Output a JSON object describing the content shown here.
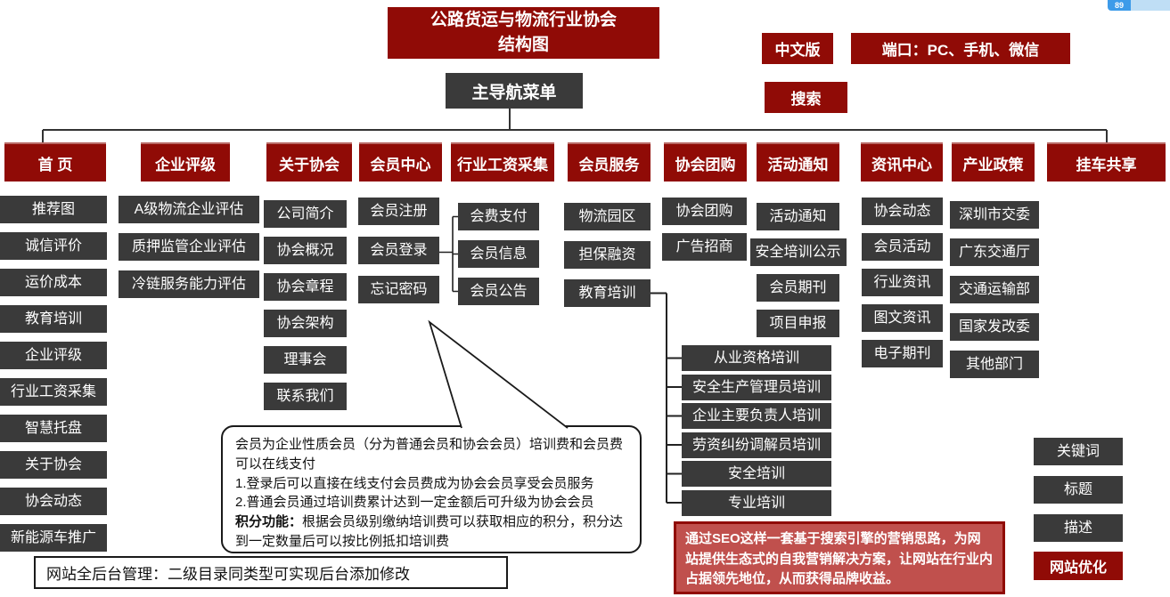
{
  "header": {
    "title_line1": "公路货运与物流行业协会",
    "title_line2": "结构图",
    "nav_label": "主导航菜单",
    "lang_button": "中文版",
    "ports_label": "端口：PC、手机、微信",
    "search_button": "搜索",
    "badge_number": "89"
  },
  "columns": [
    {
      "id": "home",
      "header": "首 页",
      "items": [
        "推荐图",
        "诚信评价",
        "运价成本",
        "教育培训",
        "企业评级",
        "行业工资采集",
        "智慧托盘",
        "关于协会",
        "协会动态",
        "新能源车推广"
      ]
    },
    {
      "id": "rating",
      "header": "企业评级",
      "items": [
        "A级物流企业评估",
        "质押监管企业评估",
        "冷链服务能力评估"
      ]
    },
    {
      "id": "about",
      "header": "关于协会",
      "items": [
        "公司简介",
        "协会概况",
        "协会章程",
        "协会架构",
        "理事会",
        "联系我们"
      ]
    },
    {
      "id": "member-center",
      "header": "会员中心",
      "items": [
        "会员注册",
        "会员登录",
        "忘记密码"
      ]
    },
    {
      "id": "salary",
      "header": "行业工资采集",
      "items": [
        "会费支付",
        "会员信息",
        "会员公告"
      ]
    },
    {
      "id": "member-service",
      "header": "会员服务",
      "items": [
        "物流园区",
        "担保融资",
        "教育培训"
      ]
    },
    {
      "id": "group-buy",
      "header": "协会团购",
      "items": [
        "协会团购",
        "广告招商"
      ]
    },
    {
      "id": "notice",
      "header": "活动通知",
      "items": [
        "活动通知",
        "安全培训公示",
        "会员期刊",
        "项目申报"
      ]
    },
    {
      "id": "news",
      "header": "资讯中心",
      "items": [
        "协会动态",
        "会员活动",
        "行业资讯",
        "图文资讯",
        "电子期刊"
      ]
    },
    {
      "id": "policy",
      "header": "产业政策",
      "items": [
        "深圳市交委",
        "广东交通厅",
        "交通运输部",
        "国家发改委",
        "其他部门"
      ]
    },
    {
      "id": "trailer",
      "header": "挂车共享",
      "items": []
    }
  ],
  "training_items": [
    "从业资格培训",
    "安全生产管理员培训",
    "企业主要负责人培训",
    "劳资纠纷调解员培训",
    "安全培训",
    "专业培训"
  ],
  "note": {
    "para1": "会员为企业性质会员（分为普通会员和协会会员）培训费和会员费可以在线支付",
    "item1": "1.登录后可以直接在线支付会员费成为协会会员享受会员服务",
    "item2": "2.普通会员通过培训费累计达到一定金额后可升级为协会会员",
    "points_label": "积分功能：",
    "points_text": "根据会员级别缴纳培训费可以获取相应的积分，积分达到一定数量后可以按比例抵扣培训费"
  },
  "backend_note": "网站全后台管理：二级目录同类型可实现后台添加修改",
  "seo": {
    "description": "通过SEO这样一套基于搜索引擎的营销思路，为网站提供生态式的自我营销解决方案，让网站在行业内占据领先地位，从而获得品牌收益。",
    "items": [
      "关键词",
      "标题",
      "描述"
    ],
    "highlight": "网站优化"
  },
  "colors": {
    "dark_red": "#900b06",
    "dark_gray": "#3a3a3a",
    "seo_red": "#c0504d",
    "badge_blue": "#3d9be9"
  }
}
